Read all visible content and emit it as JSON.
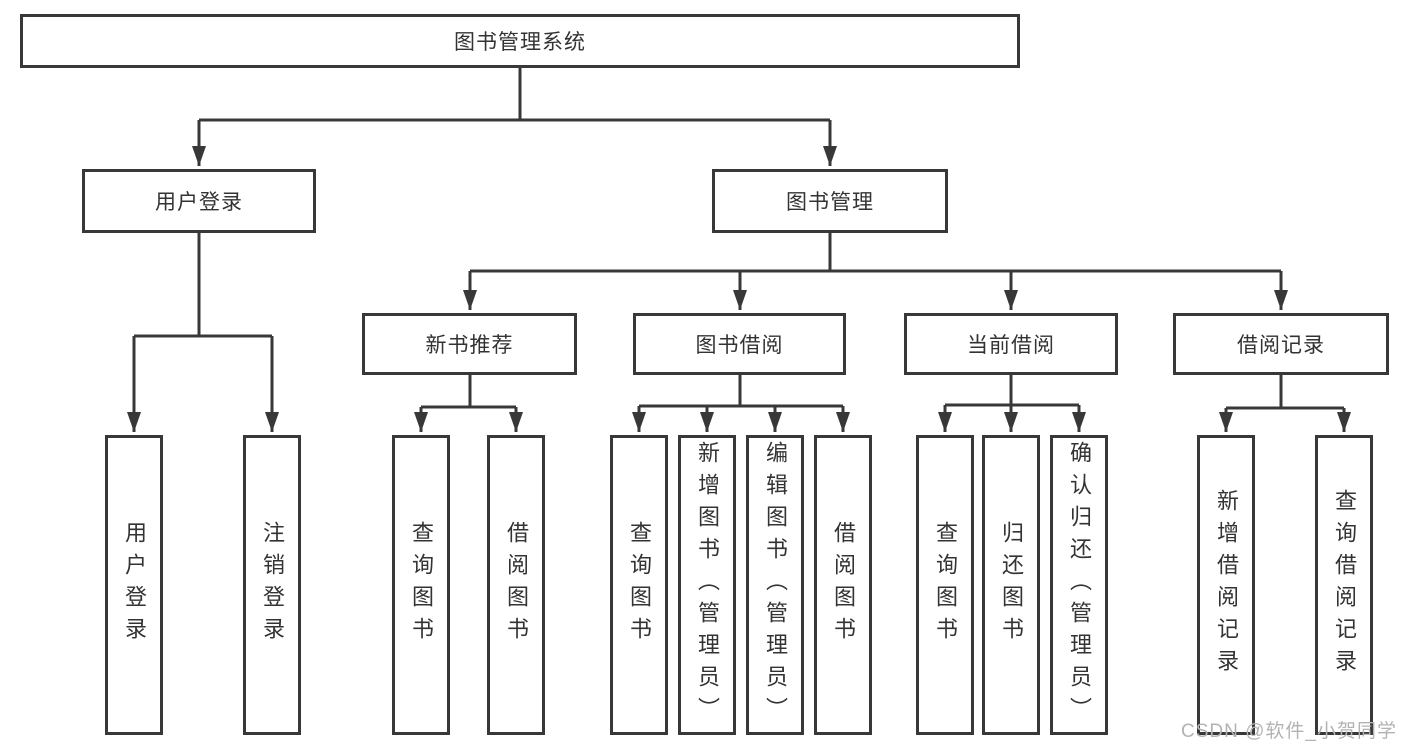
{
  "diagram_title": "图书管理系统",
  "colors": {
    "line": "#383838",
    "box_border": "#383838",
    "text": "#333333",
    "watermark": "#b3b3b3",
    "background": "#ffffff"
  },
  "root": {
    "label": "图书管理系统"
  },
  "branches": [
    {
      "label": "用户登录",
      "children": [
        "用户登录",
        "注销登录"
      ]
    },
    {
      "label": "图书管理",
      "children_groups": [
        {
          "label": "新书推荐",
          "children": [
            "查询图书",
            "借阅图书"
          ]
        },
        {
          "label": "图书借阅",
          "children": [
            "查询图书",
            "新增图书（管理员）",
            "编辑图书（管理员）",
            "借阅图书"
          ]
        },
        {
          "label": "当前借阅",
          "children": [
            "查询图书",
            "归还图书",
            "确认归还（管理员）"
          ]
        },
        {
          "label": "借阅记录",
          "children": [
            "新增借阅记录",
            "查询借阅记录"
          ]
        }
      ]
    }
  ],
  "watermark": "CSDN @软件_小贺同学"
}
